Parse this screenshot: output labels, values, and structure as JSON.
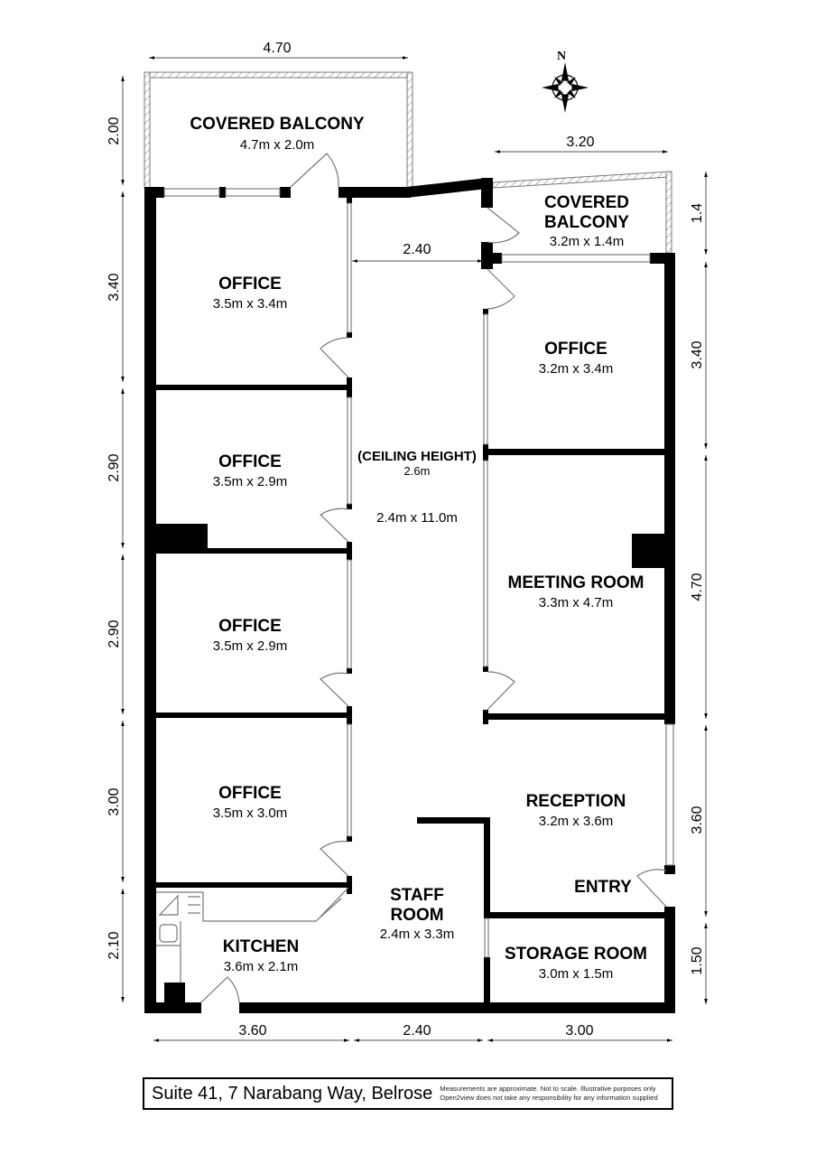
{
  "rooms": {
    "balcony_top": {
      "name": "COVERED BALCONY",
      "size": "4.7m x 2.0m"
    },
    "balcony_right": {
      "name_line1": "COVERED",
      "name_line2": "BALCONY",
      "size": "3.2m x 1.4m"
    },
    "office_1": {
      "name": "OFFICE",
      "size": "3.5m x 3.4m"
    },
    "office_2": {
      "name": "OFFICE",
      "size": "3.5m x 2.9m"
    },
    "office_3": {
      "name": "OFFICE",
      "size": "3.5m x 2.9m"
    },
    "office_4": {
      "name": "OFFICE",
      "size": "3.5m x 3.0m"
    },
    "office_right": {
      "name": "OFFICE",
      "size": "3.2m x 3.4m"
    },
    "corridor": {
      "label": "(CEILING HEIGHT)",
      "height": "2.6m",
      "size": "2.4m x 11.0m"
    },
    "meeting_room": {
      "name": "MEETING ROOM",
      "size": "3.3m x 4.7m"
    },
    "reception": {
      "name": "RECEPTION",
      "size": "3.2m x 3.6m"
    },
    "entry": {
      "name": "ENTRY"
    },
    "staff_room": {
      "name_line1": "STAFF",
      "name_line2": "ROOM",
      "size": "2.4m x 3.3m"
    },
    "kitchen": {
      "name": "KITCHEN",
      "size": "3.6m x 2.1m"
    },
    "storage_room": {
      "name": "STORAGE ROOM",
      "size": "3.0m x 1.5m"
    }
  },
  "dimensions": {
    "top_balcony_width": "4.70",
    "right_balcony_width": "3.20",
    "corridor_width": "2.40",
    "left": [
      "2.00",
      "3.40",
      "2.90",
      "2.90",
      "3.00",
      "2.10"
    ],
    "right": [
      "1.4",
      "3.40",
      "4.70",
      "3.60",
      "1.50"
    ],
    "bottom": [
      "3.60",
      "2.40",
      "3.00"
    ]
  },
  "compass": {
    "north_label": "N"
  },
  "footer": {
    "address": "Suite 41, 7 Narabang Way, Belrose",
    "disclaimer_line1": "Measurements are approximate. Not to scale. Illustrative purposes only",
    "disclaimer_line2": "Open2view does not take any responsibility for any information supplied"
  }
}
